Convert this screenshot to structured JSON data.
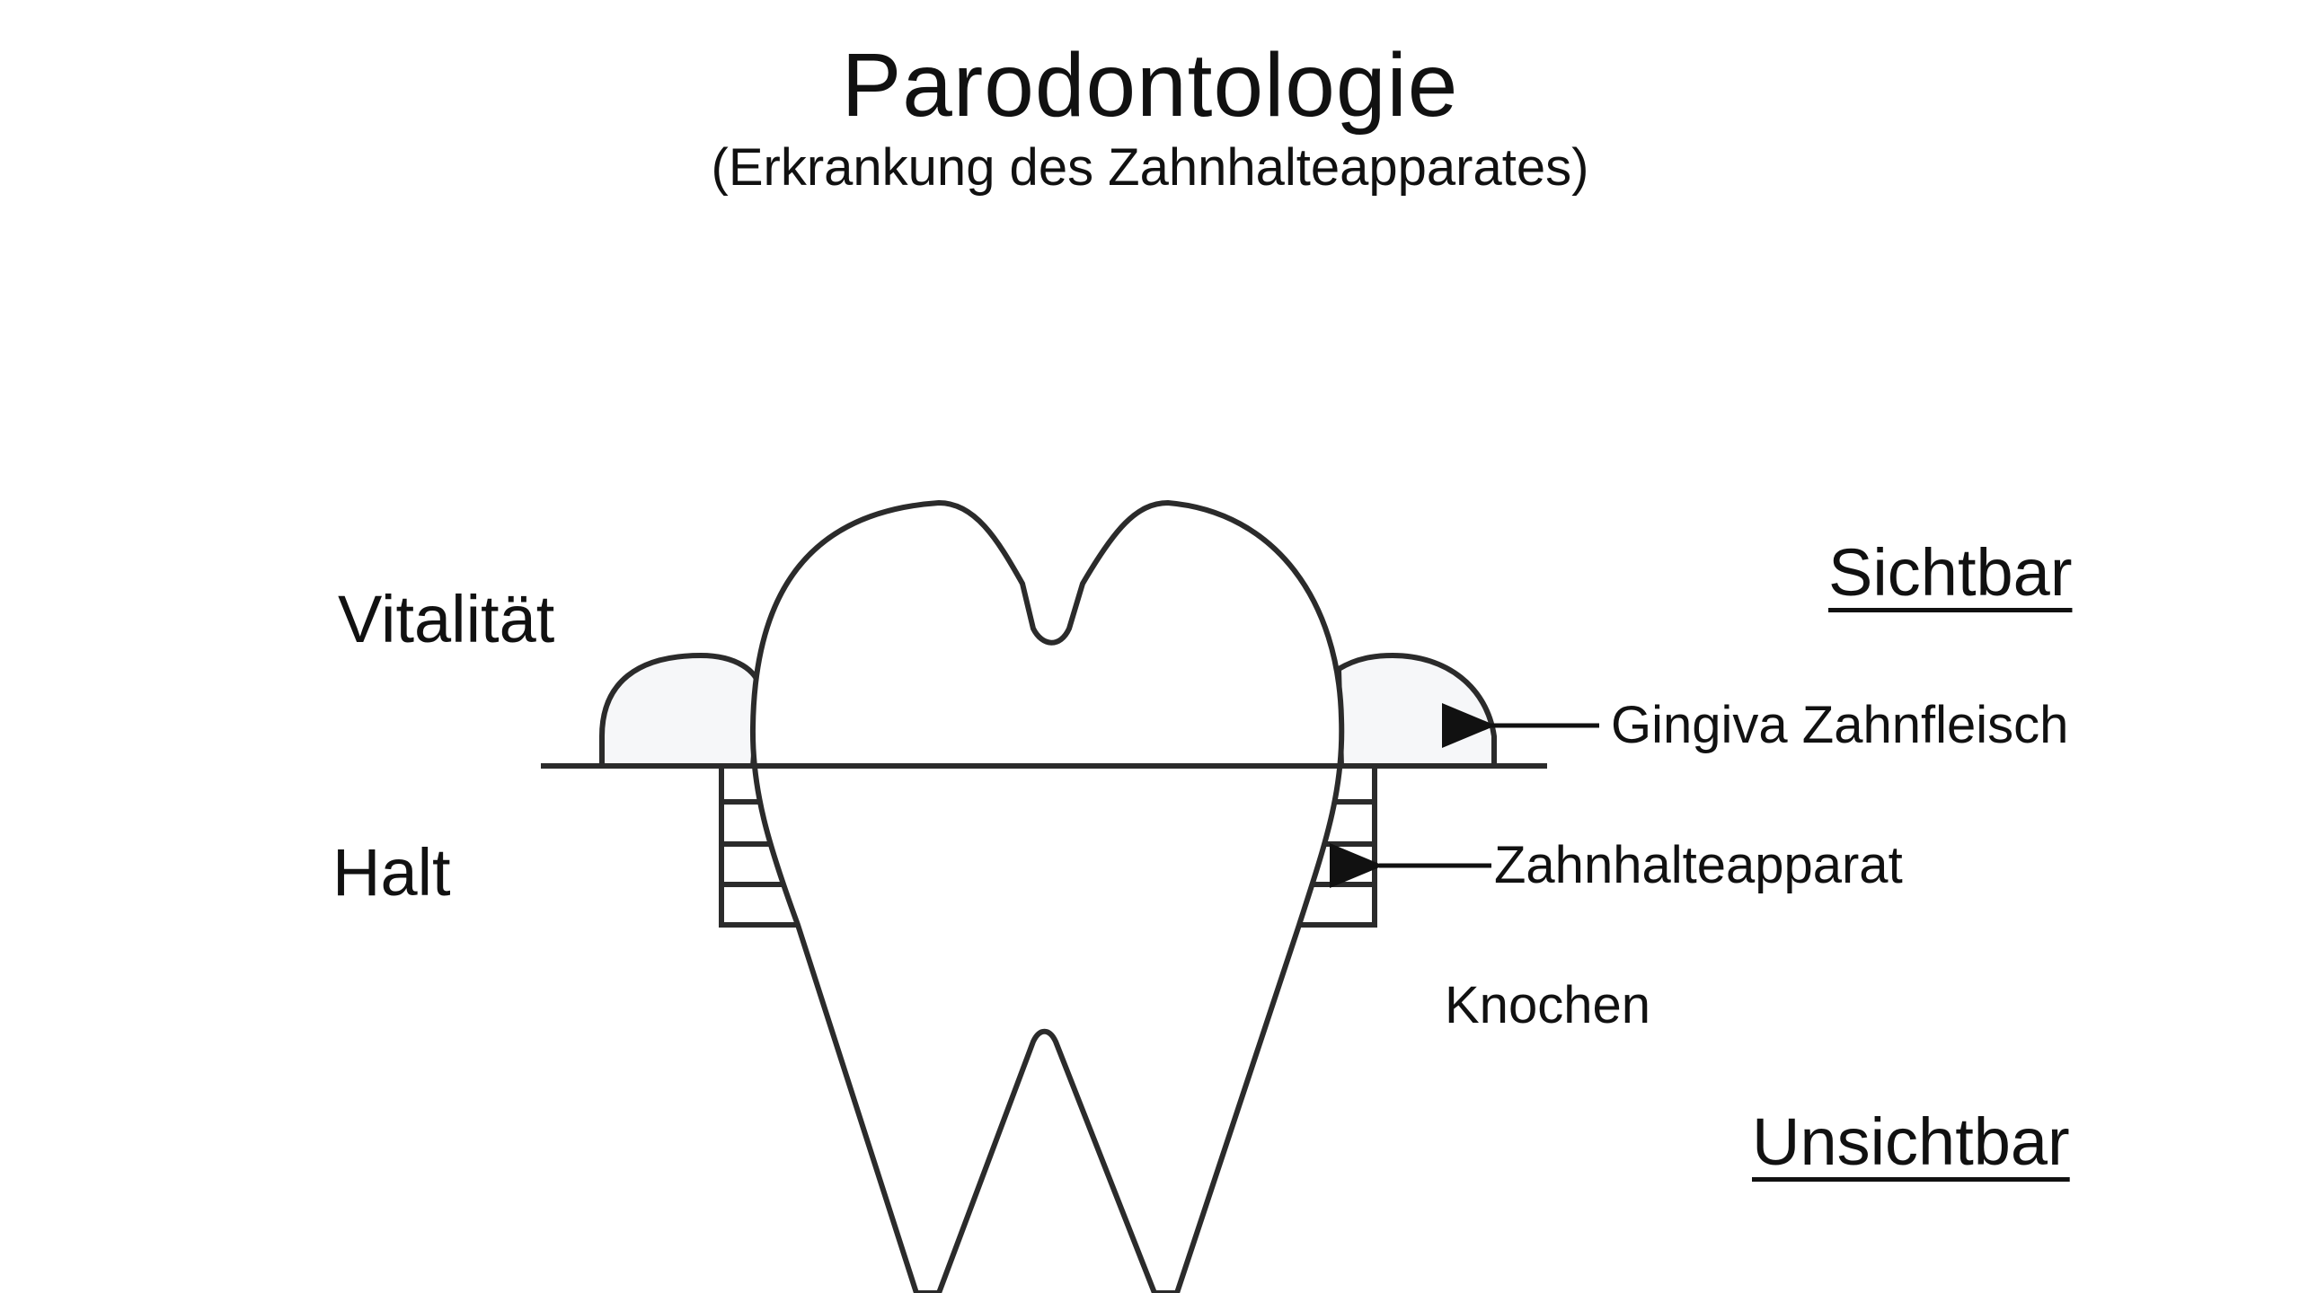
{
  "header": {
    "title": "Parodontologie",
    "subtitle": "(Erkrankung des Zahnhalteapparates)"
  },
  "labels": {
    "vitalitaet": "Vitalität",
    "halt": "Halt",
    "sichtbar": "Sichtbar",
    "unsichtbar": "Unsichtbar",
    "gingiva": "Gingiva Zahnfleisch",
    "zahnhalteapparat": "Zahnhalteapparat",
    "knochen": "Knochen"
  },
  "colors": {
    "stroke": "#2b2b2b",
    "gum_fill": "#f6f7f9",
    "background": "#ffffff"
  }
}
